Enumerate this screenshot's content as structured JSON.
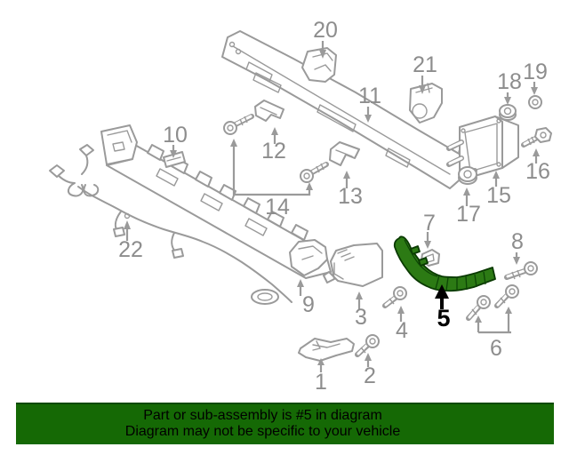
{
  "diagram": {
    "description": "Exploded rear bumper parts diagram",
    "highlighted_callout": "5",
    "callouts": [
      "1",
      "2",
      "3",
      "4",
      "5",
      "6",
      "7",
      "8",
      "9",
      "10",
      "11",
      "12",
      "13",
      "14",
      "15",
      "16",
      "17",
      "18",
      "19",
      "20",
      "21",
      "22"
    ],
    "colors": {
      "line_gray": "#9a9a9a",
      "label_gray": "#8d8d8d",
      "highlight_green": "#2c7a14",
      "highlight_label_black": "#000000"
    }
  },
  "banner": {
    "line1": "Part or sub-assembly is #5 in diagram",
    "line2": "Diagram may not be specific to your vehicle",
    "background": "#156905",
    "text_color": "#000000"
  }
}
